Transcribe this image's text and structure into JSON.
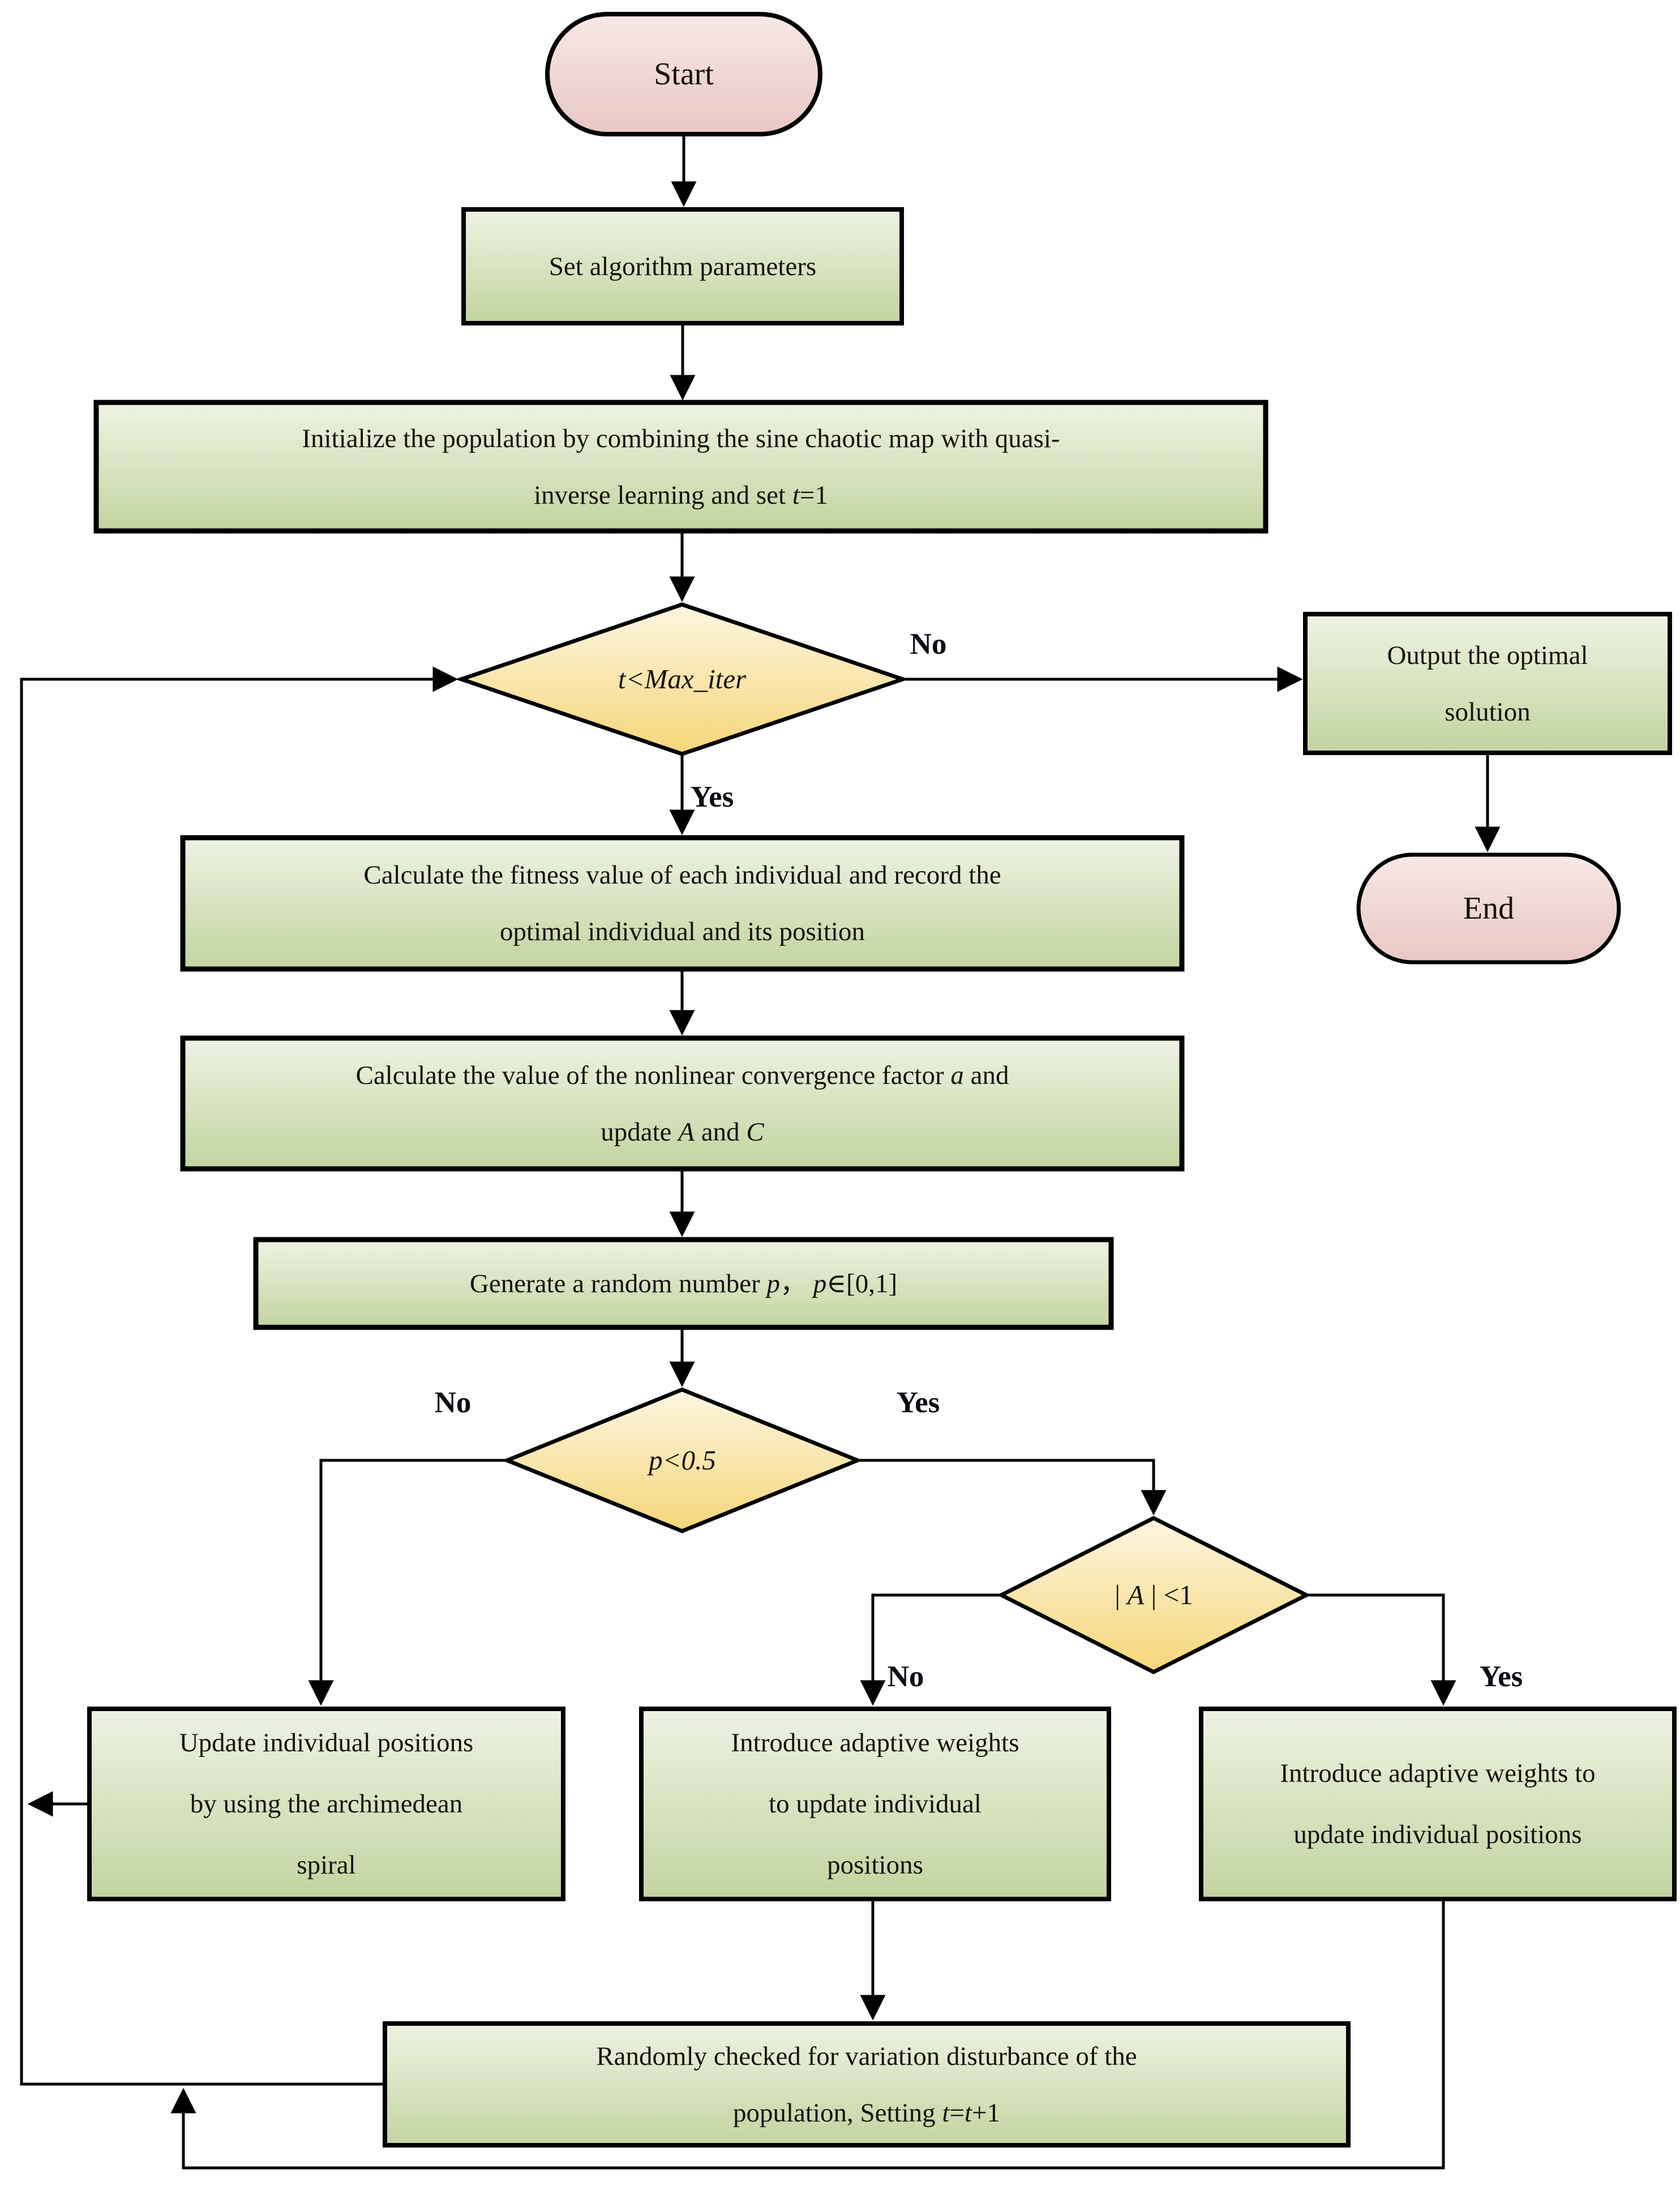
{
  "palette": {
    "process_top": "#eef3e3",
    "process_bottom": "#c2d49f",
    "terminal_top": "#f7e8e6",
    "terminal_bottom": "#e9c7c3",
    "decision_top": "#fdf6e2",
    "decision_bottom": "#f5d678",
    "line": "#000000",
    "text": "#17130e"
  },
  "nodes": {
    "start": {
      "type": "terminal",
      "label": [
        {
          "t": "Start"
        }
      ]
    },
    "set_params": {
      "type": "process",
      "label": [
        {
          "t": "Set algorithm parameters"
        }
      ]
    },
    "init": {
      "type": "process",
      "label": [
        {
          "t": "Initialize the population by combining the sine chaotic map with quasi-"
        },
        {
          "b": true
        },
        {
          "t": "inverse learning and set "
        },
        {
          "t": "t",
          "i": true
        },
        {
          "t": "=1"
        }
      ]
    },
    "max_iter": {
      "type": "decision",
      "label": [
        {
          "t": "t<Max_iter",
          "i": true
        }
      ]
    },
    "output": {
      "type": "process",
      "label": [
        {
          "t": "Output the optimal"
        },
        {
          "b": true
        },
        {
          "t": "solution"
        }
      ]
    },
    "end": {
      "type": "terminal",
      "label": [
        {
          "t": "End"
        }
      ]
    },
    "fitness": {
      "type": "process",
      "label": [
        {
          "t": "Calculate the fitness value of each individual and record the"
        },
        {
          "b": true
        },
        {
          "t": "optimal individual and its position"
        }
      ]
    },
    "nonlinear": {
      "type": "process",
      "label": [
        {
          "t": "Calculate the value of the nonlinear convergence factor "
        },
        {
          "t": "a",
          "i": true
        },
        {
          "t": " and"
        },
        {
          "b": true
        },
        {
          "t": "update "
        },
        {
          "t": "A",
          "i": true
        },
        {
          "t": " and "
        },
        {
          "t": "C",
          "i": true
        }
      ]
    },
    "generate": {
      "type": "process",
      "label": [
        {
          "t": "Generate a random number "
        },
        {
          "t": "p",
          "i": true
        },
        {
          "t": "， "
        },
        {
          "t": "p",
          "i": true
        },
        {
          "t": "∈[0,1]"
        }
      ]
    },
    "p_lt": {
      "type": "decision",
      "label": [
        {
          "t": "p<0.5",
          "i": true
        }
      ]
    },
    "abs_a": {
      "type": "decision",
      "label": [
        {
          "t": "| "
        },
        {
          "t": "A",
          "i": true
        },
        {
          "t": " | <1"
        }
      ]
    },
    "spiral": {
      "type": "process",
      "label": [
        {
          "t": "Update individual positions"
        },
        {
          "b": true
        },
        {
          "t": "by using the archimedean"
        },
        {
          "b": true
        },
        {
          "t": "spiral"
        }
      ]
    },
    "adaptive_mid": {
      "type": "process",
      "label": [
        {
          "t": "Introduce adaptive weights"
        },
        {
          "b": true
        },
        {
          "t": "to update individual"
        },
        {
          "b": true
        },
        {
          "t": "positions"
        }
      ]
    },
    "adaptive_right": {
      "type": "process",
      "label": [
        {
          "t": "Introduce adaptive weights to"
        },
        {
          "b": true
        },
        {
          "t": "update individual positions"
        }
      ]
    },
    "mutation": {
      "type": "process",
      "label": [
        {
          "t": "Randomly checked for variation disturbance of the"
        },
        {
          "b": true
        },
        {
          "t": "population, Setting "
        },
        {
          "t": "t",
          "i": true
        },
        {
          "t": "="
        },
        {
          "t": "t",
          "i": true
        },
        {
          "t": "+1"
        }
      ]
    }
  },
  "labels": {
    "maxiter_no": "No",
    "maxiter_yes": "Yes",
    "p_no": "No",
    "p_yes": "Yes",
    "a_no": "No",
    "a_yes": "Yes"
  }
}
